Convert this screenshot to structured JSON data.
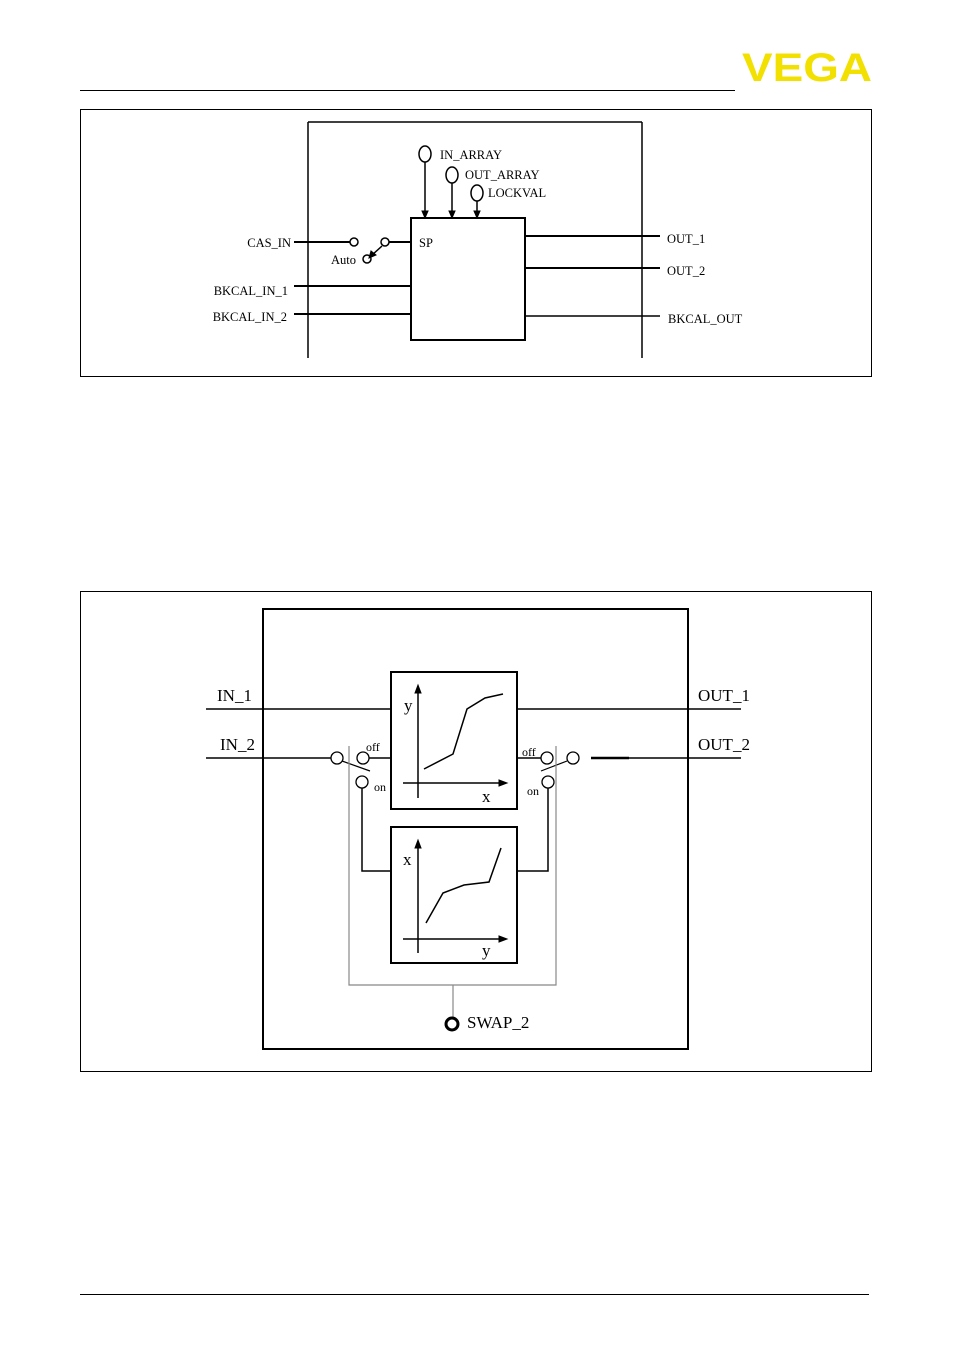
{
  "header": {
    "logo_text": "VEGA",
    "brand_color": "#f2e000"
  },
  "figure1": {
    "inputs": {
      "cas_in": "CAS_IN",
      "auto": "Auto",
      "bkcal_in_1": "BKCAL_IN_1",
      "bkcal_in_2": "BKCAL_IN_2"
    },
    "params": {
      "in_array": "IN_ARRAY",
      "out_array": "OUT_ARRAY",
      "lockval": "LOCKVAL"
    },
    "block_label": "SP",
    "outputs": {
      "out_1": "OUT_1",
      "out_2": "OUT_2",
      "bkcal_out": "BKCAL_OUT"
    }
  },
  "figure2": {
    "inputs": {
      "in_1": "IN_1",
      "in_2": "IN_2"
    },
    "outputs": {
      "out_1": "OUT_1",
      "out_2": "OUT_2"
    },
    "switch_left": {
      "off": "off",
      "on": "on"
    },
    "switch_right": {
      "off": "off",
      "on": "on"
    },
    "curve_top": {
      "y_axis": "y",
      "x_axis": "x"
    },
    "curve_bottom": {
      "y_axis": "x",
      "x_axis": "y"
    },
    "swap_param": "SWAP_2"
  }
}
